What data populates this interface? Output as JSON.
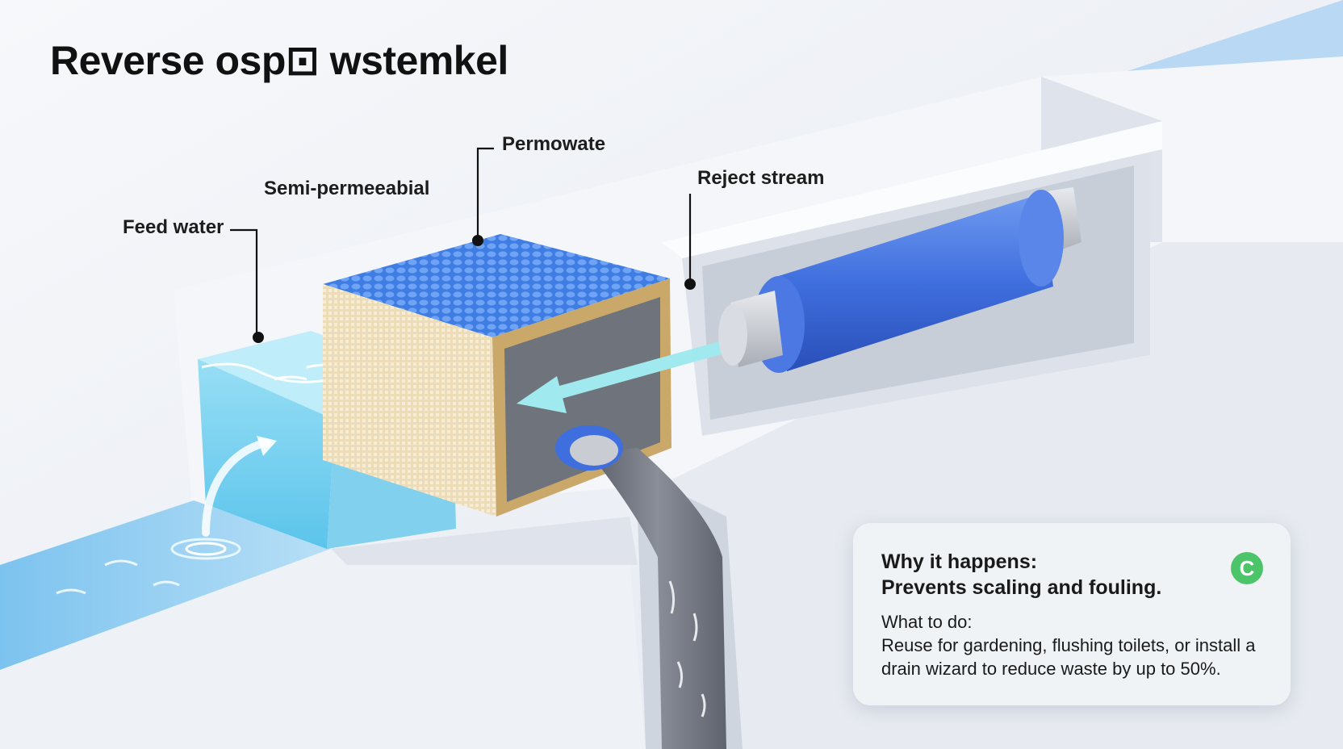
{
  "title": "Reverse osp⊡ wstemkel",
  "callouts": {
    "feed_water": "Feed water",
    "semi_permeable": "Semi-permeeabial",
    "permeate": "Permowate",
    "reject_stream": "Reject stream"
  },
  "info_panel": {
    "why_heading": "Why it happens:",
    "why_text": "Prevents scaling and fouling.",
    "what_heading": "What to do:",
    "what_text_line1": "Reuse for gardening, flushing toilets, or install a",
    "what_text_line2": "drain wizard to reduce waste by up to 50%.",
    "status_icon": "check-circle-icon",
    "status_glyph": "C"
  },
  "colors": {
    "water": "#6ccaec",
    "membrane": "#4a82e6",
    "cartridge": "#3f6fde",
    "reject_arrow": "#9fe9ef",
    "drain": "#6f7380",
    "status_green": "#4cc46a"
  }
}
